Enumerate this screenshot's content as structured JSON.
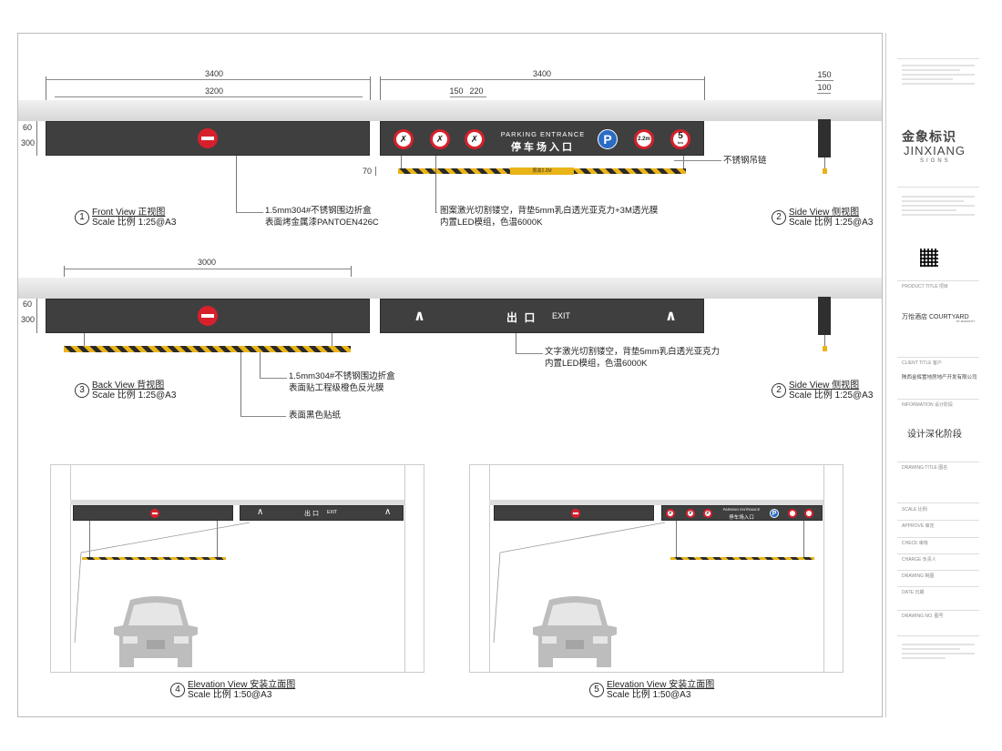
{
  "dims": {
    "front_total_left": "3400",
    "front_inner_left": "3200",
    "front_total_right": "3400",
    "d150": "150",
    "d220": "220",
    "side_150": "150",
    "side_100": "100",
    "height_300": "300",
    "height_60": "60",
    "hang_70": "70",
    "back_3000": "3000"
  },
  "sign_front": {
    "en_title": "PARKING  ENTRANCE",
    "cn_title": "停车场入口",
    "icon_1": "no-pedestrian-icon",
    "icon_2": "no-smoking-icon",
    "icon_3": "no-bicycle-icon",
    "parking_letter": "P",
    "height_limit": "2.2m",
    "speed_limit_num": "5",
    "speed_limit_unit": "km",
    "hazard_label": "限高2.2M"
  },
  "sign_back": {
    "cn": "出  口",
    "en": "EXIT"
  },
  "notes": {
    "chain": "不锈钢吊链",
    "front_material_1": "1.5mm304#不锈钢围边折盒",
    "front_material_2": "表面烤金属漆PANTOEN426C",
    "front_led_1": "图案激光切割镂空，背垫5mm乳白透光亚克力+3M透光膜",
    "front_led_2": "内置LED模组，色温6000K",
    "back_led_1": "文字激光切割镂空，背垫5mm乳白透光亚克力",
    "back_led_2": "内置LED模组，色温6000K",
    "back_material_1": "1.5mm304#不锈钢围边折盒",
    "back_material_2": "表面贴工程级橙色反光膜",
    "back_black": "表面黑色贴纸"
  },
  "views": {
    "v1_num": "1",
    "v1_title": "Front View    正视图",
    "v1_scale": "Scale 比例  1:25@A3",
    "v2_num": "2",
    "v2_title": "Side View    侧视图",
    "v2_scale": "Scale 比例  1:25@A3",
    "v3_num": "3",
    "v3_title": "Back View    背视图",
    "v3_scale": "Scale 比例  1:25@A3",
    "v4_num": "4",
    "v4_title": "Elevation View    安装立面图",
    "v4_scale": "Scale 比例  1:50@A3",
    "v5_num": "5",
    "v5_title": "Elevation View    安装立面图",
    "v5_scale": "Scale 比例  1:50@A3"
  },
  "elev": {
    "exit_cn": "出 口",
    "exit_en": "EXIT",
    "pe_en": "PARKING  ENTRANCE",
    "pe_cn": "停车场入口",
    "p": "P"
  },
  "sidebar": {
    "brand_cn": "金象标识",
    "brand_en": "JINXIANG",
    "brand_sub": "SIGNS",
    "project_label": "PRODUCT TITLE 项目",
    "project_name": "万怡酒店 COURTYARD",
    "project_sub": "BY MARRIOTT",
    "client_label": "CLIENT TITLE 客户",
    "client_name": "陕西金辉置地房地产开发有限公司",
    "stage_label": "INFORMATION 设计阶段",
    "stage": "设计深化阶段",
    "drawing_label": "DRAWING TITLE 图名",
    "scale_label": "SCALE 比例",
    "approve_label": "APPROVE 审定",
    "check_label": "CHECK 审核",
    "charge_label": "CHARGE 负责人",
    "drawn_label": "DRAWING 制图",
    "date_label": "DATE 日期",
    "drawing_no_label": "DRAWING NO. 图号"
  }
}
